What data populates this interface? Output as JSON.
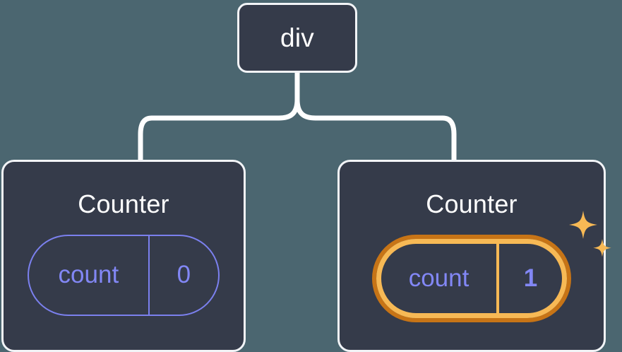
{
  "diagram": {
    "type": "component-state-tree",
    "background_color": "#4b6670",
    "node_fill_color": "#353b4a",
    "node_border_color": "#f2f4f7",
    "connector_color": "#ffffff",
    "state_color": "#8287f5",
    "highlight_outer_color": "#c77416",
    "highlight_inner_color": "#f7b955"
  },
  "root": {
    "title": "div"
  },
  "children": [
    {
      "title": "Counter",
      "state": {
        "label": "count",
        "value": "0"
      },
      "highlighted": false,
      "sparkles": false
    },
    {
      "title": "Counter",
      "state": {
        "label": "count",
        "value": "1"
      },
      "highlighted": true,
      "sparkles": true,
      "sparkle_icons": [
        "sparkle-large",
        "sparkle-small"
      ]
    }
  ]
}
